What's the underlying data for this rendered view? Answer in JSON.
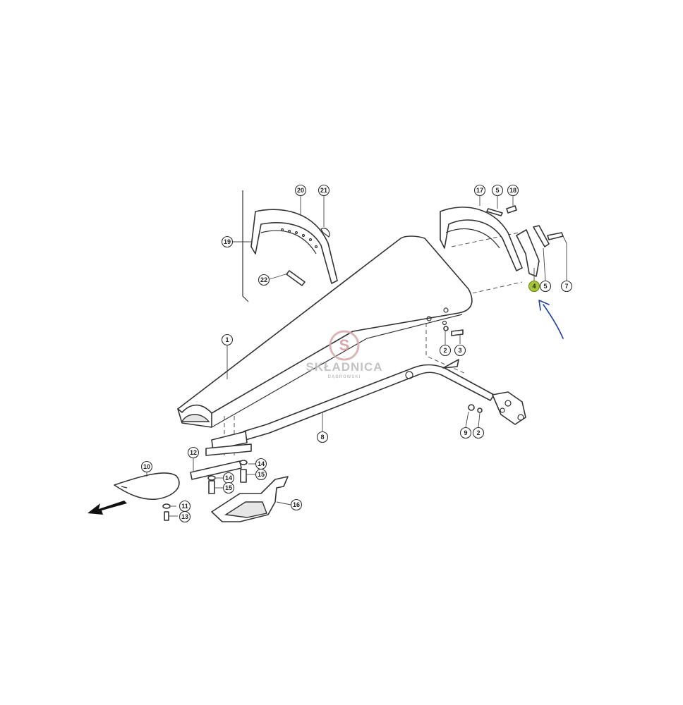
{
  "watermark": {
    "title": "SKŁADNICA",
    "subtitle": "DĄBROWSKI",
    "logo_color": "#d9a9a9"
  },
  "callouts": [
    {
      "id": "c1",
      "label": "1"
    },
    {
      "id": "c2a",
      "label": "2"
    },
    {
      "id": "c3",
      "label": "3"
    },
    {
      "id": "c4",
      "label": "4",
      "highlighted": true
    },
    {
      "id": "c5a",
      "label": "5"
    },
    {
      "id": "c5b",
      "label": "5"
    },
    {
      "id": "c7",
      "label": "7"
    },
    {
      "id": "c8",
      "label": "8"
    },
    {
      "id": "c9",
      "label": "9"
    },
    {
      "id": "c2b",
      "label": "2"
    },
    {
      "id": "c10",
      "label": "10"
    },
    {
      "id": "c11",
      "label": "11"
    },
    {
      "id": "c12",
      "label": "12"
    },
    {
      "id": "c13",
      "label": "13"
    },
    {
      "id": "c14a",
      "label": "14"
    },
    {
      "id": "c14b",
      "label": "14"
    },
    {
      "id": "c15a",
      "label": "15"
    },
    {
      "id": "c15b",
      "label": "15"
    },
    {
      "id": "c16",
      "label": "16"
    },
    {
      "id": "c17",
      "label": "17"
    },
    {
      "id": "c18",
      "label": "18"
    },
    {
      "id": "c19",
      "label": "19"
    },
    {
      "id": "c20",
      "label": "20"
    },
    {
      "id": "c21",
      "label": "21"
    },
    {
      "id": "c22",
      "label": "22"
    }
  ],
  "colors": {
    "line": "#333333",
    "highlight": "#a8c53a",
    "annotation_arrow": "#1f3fa6"
  }
}
